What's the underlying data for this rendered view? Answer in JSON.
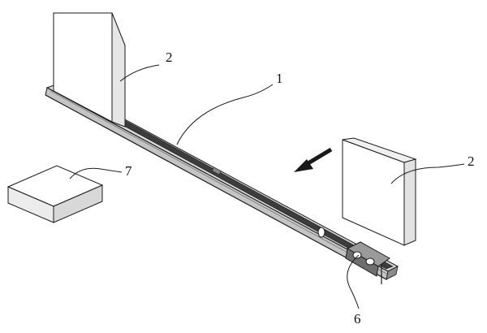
{
  "callouts": {
    "panel_left": "2",
    "rail": "1",
    "panel_right": "2",
    "box": "7",
    "carriage": "6"
  },
  "colors": {
    "ink": "#1a1a1a",
    "panel_front": "#ffffff",
    "panel_side": "#e6e6e6",
    "panel_top": "#f0f0f0",
    "rail_light": "#d9d9d9",
    "rail_dark": "#4a4a4a"
  },
  "icons": {
    "arrow": "arrow-down-left-icon"
  }
}
